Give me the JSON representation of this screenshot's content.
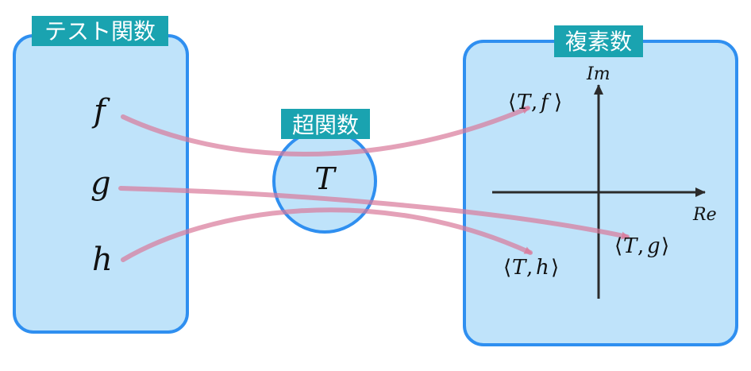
{
  "labels": {
    "test_functions": "テスト関数",
    "hyperfunction": "超関数",
    "complex_numbers": "複素数"
  },
  "functions": [
    "f",
    "g",
    "h"
  ],
  "operator": "T",
  "axes": {
    "imaginary": "Im",
    "real": "Re"
  },
  "pairings": [
    {
      "op": "T",
      "fn": "f"
    },
    {
      "op": "T",
      "fn": "g"
    },
    {
      "op": "T",
      "fn": "h"
    }
  ],
  "colors": {
    "box_fill": "#bfe3fa",
    "box_stroke": "#2f8ff0",
    "label_bg": "#1aa3b0",
    "arrow": "#e07f9e"
  }
}
